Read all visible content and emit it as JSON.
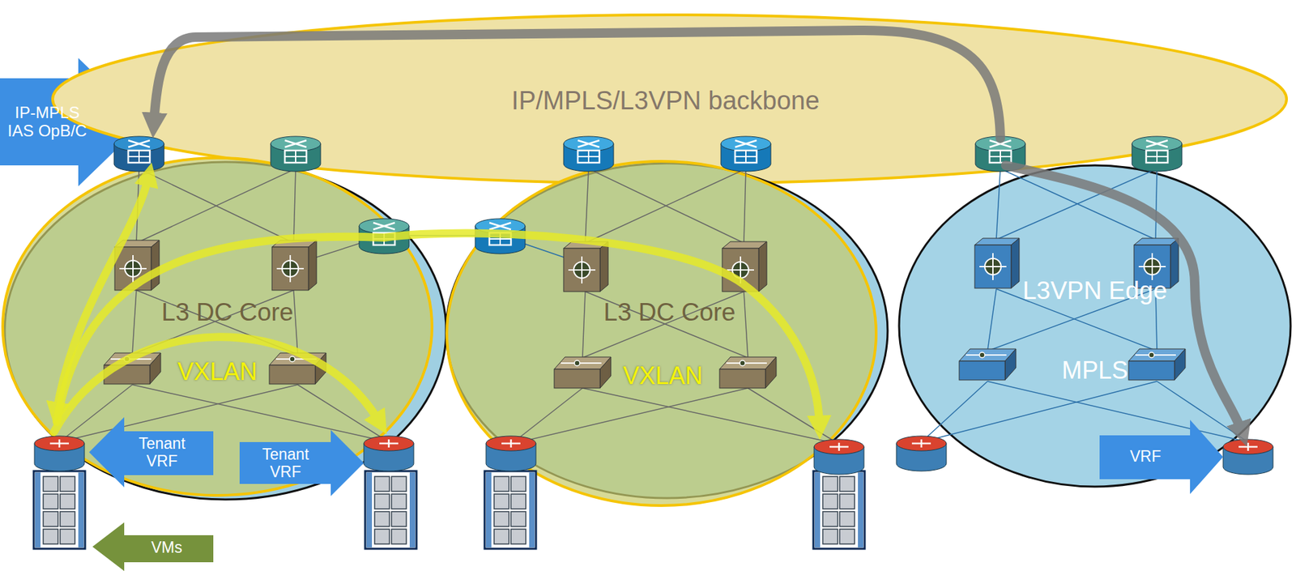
{
  "diagram": {
    "nodes": [
      {
        "text": [
          "IP-MPLS IAS OpB/C"
        ]
      },
      {
        "text": [
          "IP/MPLS/L3VPN backbone"
        ]
      },
      {
        "text": [
          "L3 DC Core",
          "VXLAN"
        ]
      },
      {
        "text": [
          "L3 DC Core",
          "VXLAN"
        ]
      },
      {
        "text": [
          "L3VPN Edge",
          "MPLS"
        ]
      },
      {
        "text": [
          "Tenant VRF"
        ]
      },
      {
        "text": [
          "Tenant VRF"
        ]
      },
      {
        "text": [
          "VRF"
        ]
      },
      {
        "text": [
          "VMs"
        ]
      }
    ]
  }
}
